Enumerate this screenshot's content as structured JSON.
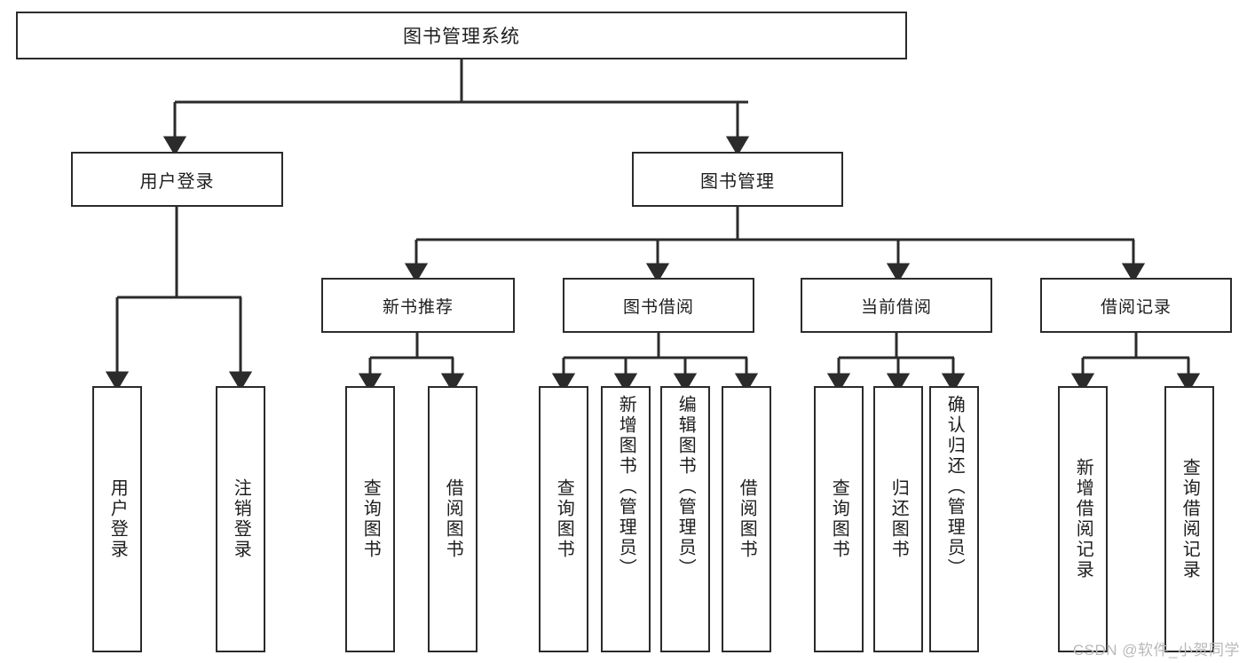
{
  "diagram": {
    "title": "图书管理系统",
    "root": {
      "label": "图书管理系统"
    },
    "level2": [
      {
        "label": "用户登录"
      },
      {
        "label": "图书管理"
      }
    ],
    "level3": [
      {
        "label": "新书推荐"
      },
      {
        "label": "图书借阅"
      },
      {
        "label": "当前借阅"
      },
      {
        "label": "借阅记录"
      }
    ],
    "leaves": [
      {
        "label": "用户登录"
      },
      {
        "label": "注销登录"
      },
      {
        "label": "查询图书"
      },
      {
        "label": "借阅图书"
      },
      {
        "label": "查询图书"
      },
      {
        "label": "新增图书（管理员）"
      },
      {
        "label": "编辑图书（管理员）"
      },
      {
        "label": "借阅图书"
      },
      {
        "label": "查询图书"
      },
      {
        "label": "归还图书"
      },
      {
        "label": "确认归还（管理员）"
      },
      {
        "label": "新增借阅记录"
      },
      {
        "label": "查询借阅记录"
      }
    ]
  },
  "watermark": {
    "text": "CSDN @软件_小贺同学"
  },
  "colors": {
    "stroke": "#2b2b2b",
    "fill": "#ffffff",
    "text": "#1d1d1d",
    "watermark": "#b9b9b9"
  }
}
